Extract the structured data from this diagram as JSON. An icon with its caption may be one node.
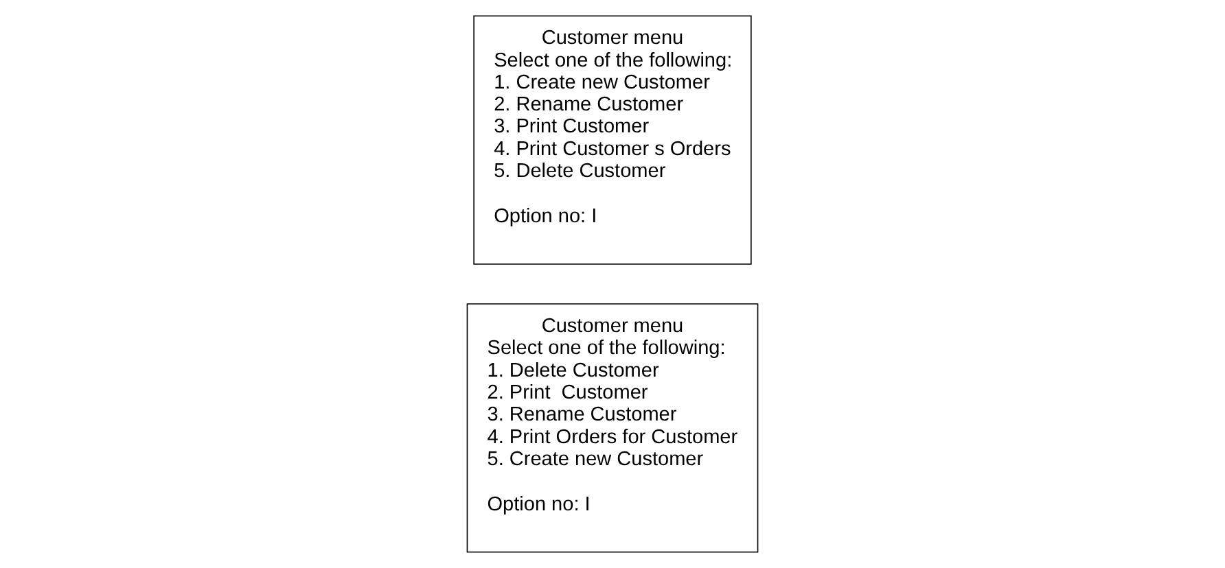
{
  "diagram": {
    "nodes": [
      {
        "text": [
          "Customer menu",
          "Select one of the following:",
          "1. Delete Customer",
          "2. Print  Customer",
          "3. Rename Customer",
          "4. Print Orders for Customer",
          "5. Create new Customer",
          "Option no: I"
        ]
      },
      {
        "text": [
          "Customer menu",
          "Select one of the following:",
          "1. Create new Customer",
          "2. Rename Customer",
          "3. Print Customer",
          "4. Print Customer s Orders",
          "5. Delete Customer",
          "Option no: I"
        ]
      }
    ]
  }
}
